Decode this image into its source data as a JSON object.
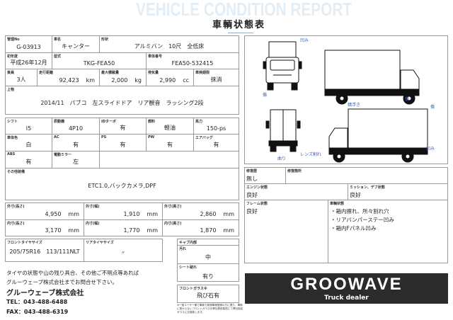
{
  "header": {
    "watermark": "VEHICLE CONDITION REPORT",
    "title": "車輌状態表"
  },
  "basic": {
    "mgmt_no": {
      "label": "管理No",
      "value": "G-03913"
    },
    "car_name": {
      "label": "車名",
      "value": "キャンター"
    },
    "shape": {
      "label": "形状",
      "value": "アルミバン　10尺　全低床"
    },
    "first_year": {
      "label": "初年度",
      "value": "平成26年12月"
    },
    "model": {
      "label": "型式",
      "value": "TKG-FEA50"
    },
    "chassis_no": {
      "label": "車体番号",
      "value": "FEA50-532415"
    },
    "capacity": {
      "label": "乗員",
      "value": "3人"
    },
    "mileage": {
      "label": "走行距離",
      "value": "92,423",
      "unit": "km"
    },
    "max_load": {
      "label": "最大積載量",
      "value": "2,000",
      "unit": "kg"
    },
    "displacement": {
      "label": "排気量",
      "value": "2,990",
      "unit": "cc"
    },
    "inspection": {
      "label": "車検期限",
      "value": "抹消"
    },
    "body": {
      "label": "上物",
      "value": "2014/11　パブコ　左スライドドア　リア観音　ラッシング2段"
    }
  },
  "specs": {
    "shift": {
      "label": "シフト",
      "value": "I5"
    },
    "engine": {
      "label": "原動機",
      "value": "4P10"
    },
    "turbo": {
      "label": "IDターボ",
      "value": "有"
    },
    "fuel": {
      "label": "燃料",
      "value": "軽油"
    },
    "power": {
      "label": "馬力",
      "value": "150-ps"
    },
    "color": {
      "label": "車体色",
      "value": "白"
    },
    "ac": {
      "label": "AC",
      "value": "有"
    },
    "ps": {
      "label": "PS",
      "value": "有"
    },
    "pw": {
      "label": "PW",
      "value": "有"
    },
    "airbag": {
      "label": "エアバッグ",
      "value": "有"
    },
    "abs": {
      "label": "ABS",
      "value": "有"
    },
    "mirror": {
      "label": "電動ミラー",
      "value": "左"
    },
    "other": {
      "label": "その他装備",
      "value": "ETC1.0,バックカメラ,DPF"
    }
  },
  "dims": {
    "unit": "mm",
    "outer_length": {
      "label": "外寸(長さ)",
      "value": "4,950"
    },
    "outer_width": {
      "label": "外寸(幅)",
      "value": "1,910"
    },
    "outer_height": {
      "label": "外寸(高さ)",
      "value": "2,860"
    },
    "inner_length": {
      "label": "内寸(長さ)",
      "value": "3,170"
    },
    "inner_width": {
      "label": "内寸(幅)",
      "value": "1,770"
    },
    "inner_height": {
      "label": "内寸(高さ)",
      "value": "1,870"
    }
  },
  "tires": {
    "front": {
      "label": "フロントタイヤサイズ",
      "value": "205/75R16　113/111NLT"
    },
    "rear": {
      "label": "リアタイヤサイズ",
      "value": "〃"
    }
  },
  "cab": {
    "label": "キャブ内部",
    "dirt": {
      "label": "汚れ",
      "value": "中"
    },
    "seat": {
      "label": "シート破れ",
      "value": "有り"
    }
  },
  "glass": {
    "label": "フロントガラス※",
    "value": "飛び石有",
    "footnote": "※一般ユーザー様で車検で新規車検登録の方に限り、車検に受からないフロントガラスを弊社費用負担にて弊社指定ガラスに交換致します。"
  },
  "contact": {
    "note1": "タイヤの状態や山の残り具合、その他ご不明点等あれば",
    "note2": "グルーウェーブ株式会社までお問合せ下さい。",
    "company": "グルーウェーブ株式会社",
    "tel": "TEL：043-488-6488",
    "fax": "FAX：043-488-6319"
  },
  "diagram": {
    "annotations": {
      "front_top": "凹み",
      "front_bottom": "傷",
      "right_side": "傷",
      "rear_bottom": "曲り",
      "rear_lens": "レンズ割れ",
      "left_top": "錆浮き",
      "left_corner": "傷",
      "left_bottom": "凹み"
    }
  },
  "condition": {
    "repair_history": {
      "label": "修復歴",
      "value": "無し"
    },
    "repair_parts": {
      "label": "修復箇所",
      "value": ""
    },
    "engine_state": {
      "label": "エンジン状態",
      "value": "良好"
    },
    "mission_state": {
      "label": "ミッション、デフ状態",
      "value": "良好"
    },
    "frame_state": {
      "label": "フレーム状態",
      "value": "良好"
    },
    "vehicle_state": {
      "label": "車輌状態",
      "items": [
        "・箱内擦れ、所々割れ穴",
        "・リアバンパーステー凹み",
        "・箱内Fパネル凹み"
      ]
    }
  },
  "logo": {
    "brand": "GROOWAVE",
    "tagline": "Truck dealer"
  }
}
